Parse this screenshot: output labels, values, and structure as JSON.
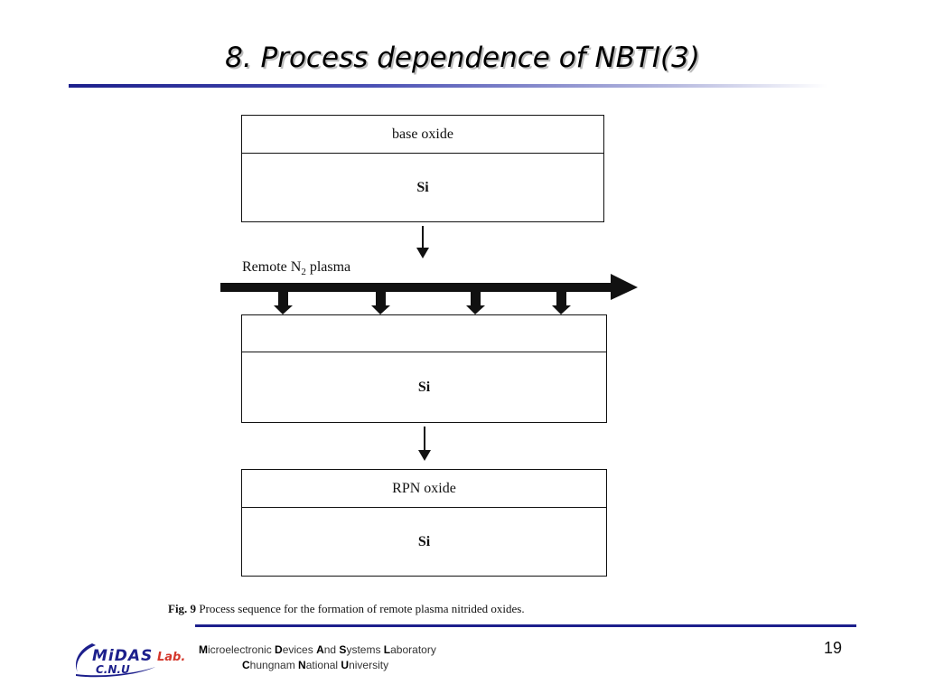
{
  "slide": {
    "title": "8. Process dependence of NBTI(3)",
    "page_number": "19"
  },
  "diagram": {
    "stage1": {
      "top_layer": "base oxide",
      "bottom_layer": "Si"
    },
    "plasma": {
      "label_prefix": "Remote N",
      "label_sub": "2",
      "label_suffix": " plasma"
    },
    "stage2": {
      "top_layer": "",
      "bottom_layer": "Si"
    },
    "stage3": {
      "top_layer": "RPN oxide",
      "bottom_layer": "Si"
    }
  },
  "caption": {
    "label": "Fig. 9",
    "text": " Process sequence for the formation of remote plasma nitrided oxides."
  },
  "footer": {
    "logo_main": "MiDAS",
    "logo_lab": "Lab.",
    "logo_sub": "C.N.U",
    "lab_name_parts": [
      {
        "cap": "M",
        "rest": "icroelectronic "
      },
      {
        "cap": "D",
        "rest": "evices "
      },
      {
        "cap": "A",
        "rest": "nd "
      },
      {
        "cap": "S",
        "rest": "ystems "
      },
      {
        "cap": "L",
        "rest": "aboratory"
      }
    ],
    "university_parts": [
      {
        "cap": "C",
        "rest": "hungnam "
      },
      {
        "cap": "N",
        "rest": "ational "
      },
      {
        "cap": "U",
        "rest": "niversity"
      }
    ],
    "colors": {
      "accent": "#1c1f8c",
      "logo_red": "#d4372b"
    }
  }
}
